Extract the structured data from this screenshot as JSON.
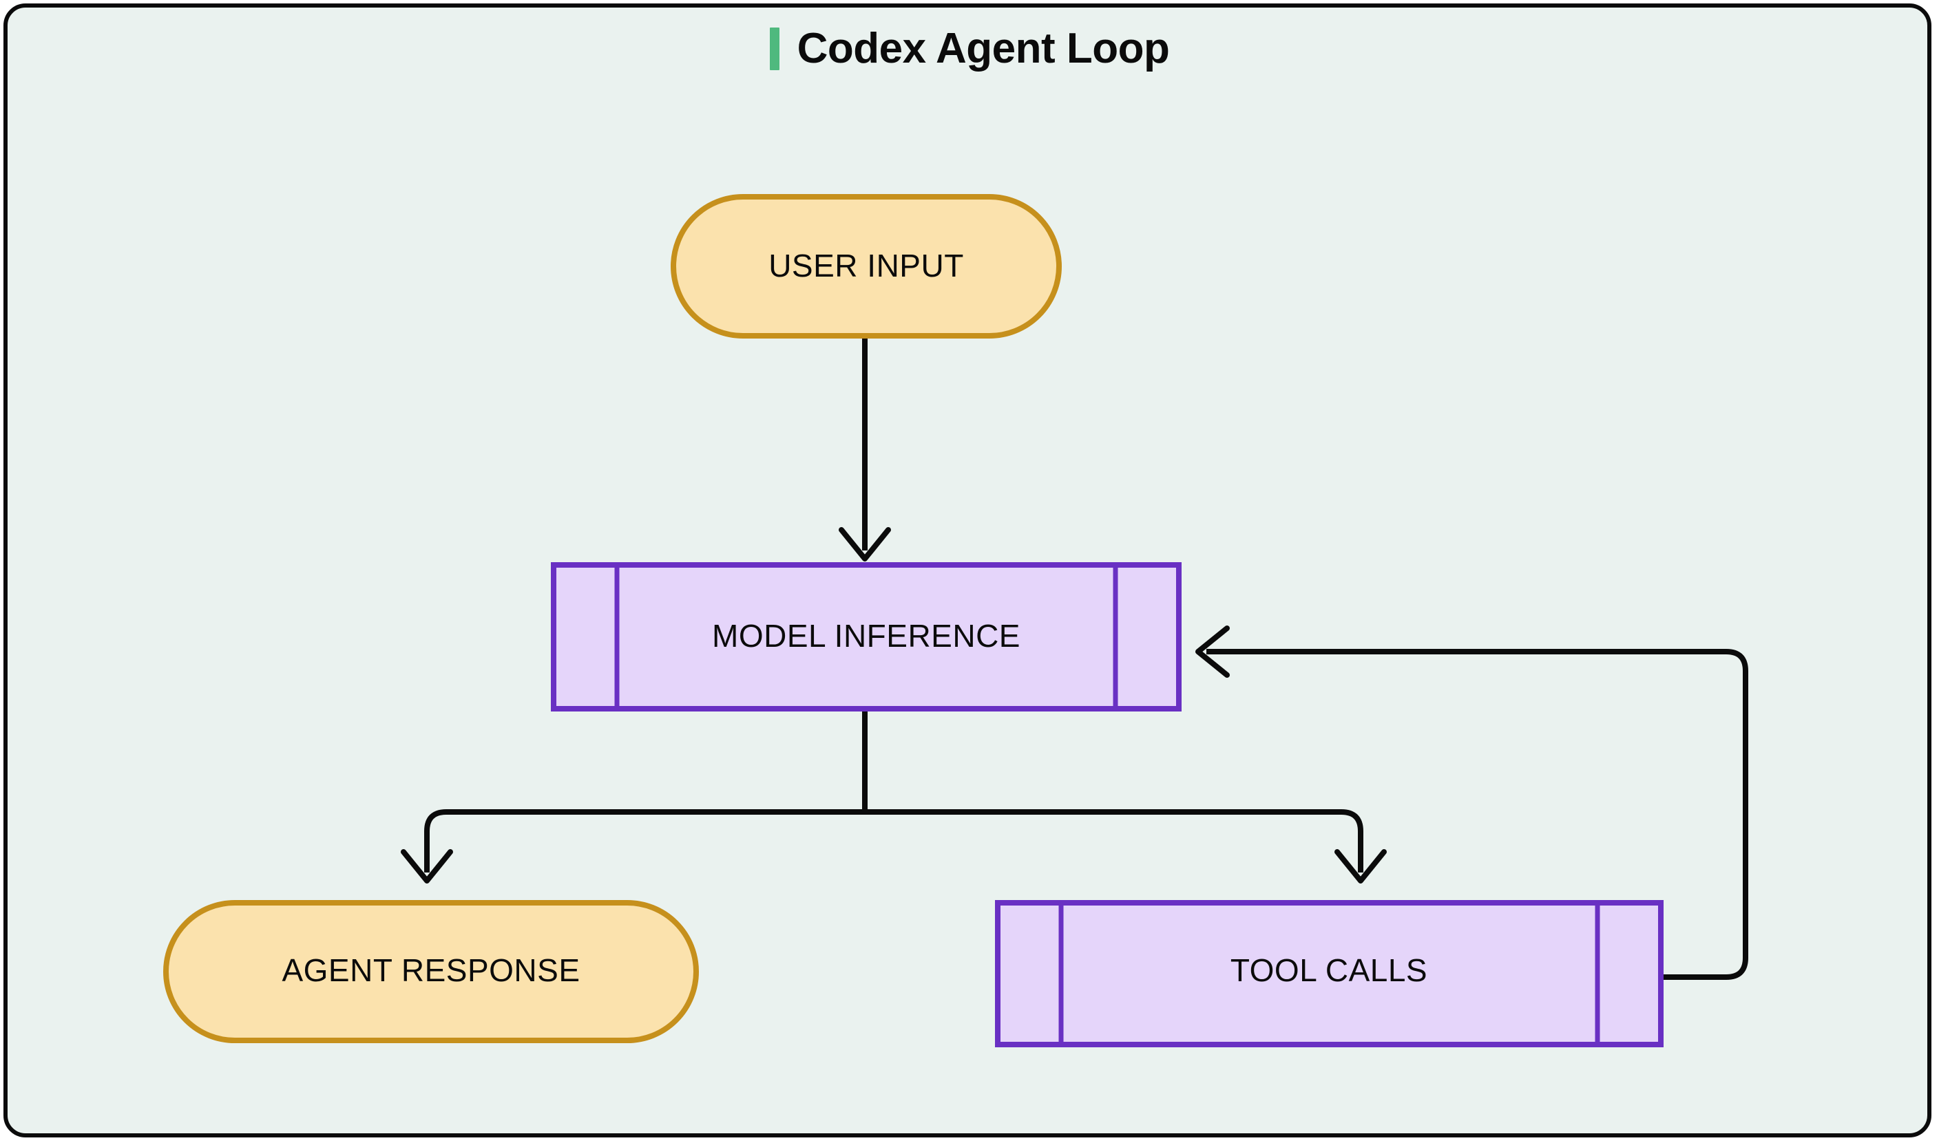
{
  "diagram": {
    "title": "Codex Agent Loop",
    "accent_color": "#4fb97e",
    "background_color": "#eaf2ef",
    "frame_border_color": "#0b0b0b",
    "type": "flowchart",
    "direction": "top-down",
    "nodes": [
      {
        "id": "user_input",
        "label": "USER INPUT",
        "shape": "stadium",
        "fill": "#fbe2ad",
        "stroke": "#c6901c"
      },
      {
        "id": "model_inference",
        "label": "MODEL INFERENCE",
        "shape": "subroutine",
        "fill": "#e5d5fa",
        "stroke": "#6930c3"
      },
      {
        "id": "agent_response",
        "label": "AGENT RESPONSE",
        "shape": "stadium",
        "fill": "#fbe2ad",
        "stroke": "#c6901c"
      },
      {
        "id": "tool_calls",
        "label": "TOOL CALLS",
        "shape": "subroutine",
        "fill": "#e5d5fa",
        "stroke": "#6930c3"
      }
    ],
    "edges": [
      {
        "from": "user_input",
        "to": "model_inference",
        "label": ""
      },
      {
        "from": "model_inference",
        "to": "agent_response",
        "label": ""
      },
      {
        "from": "model_inference",
        "to": "tool_calls",
        "label": ""
      },
      {
        "from": "tool_calls",
        "to": "model_inference",
        "label": ""
      }
    ]
  }
}
